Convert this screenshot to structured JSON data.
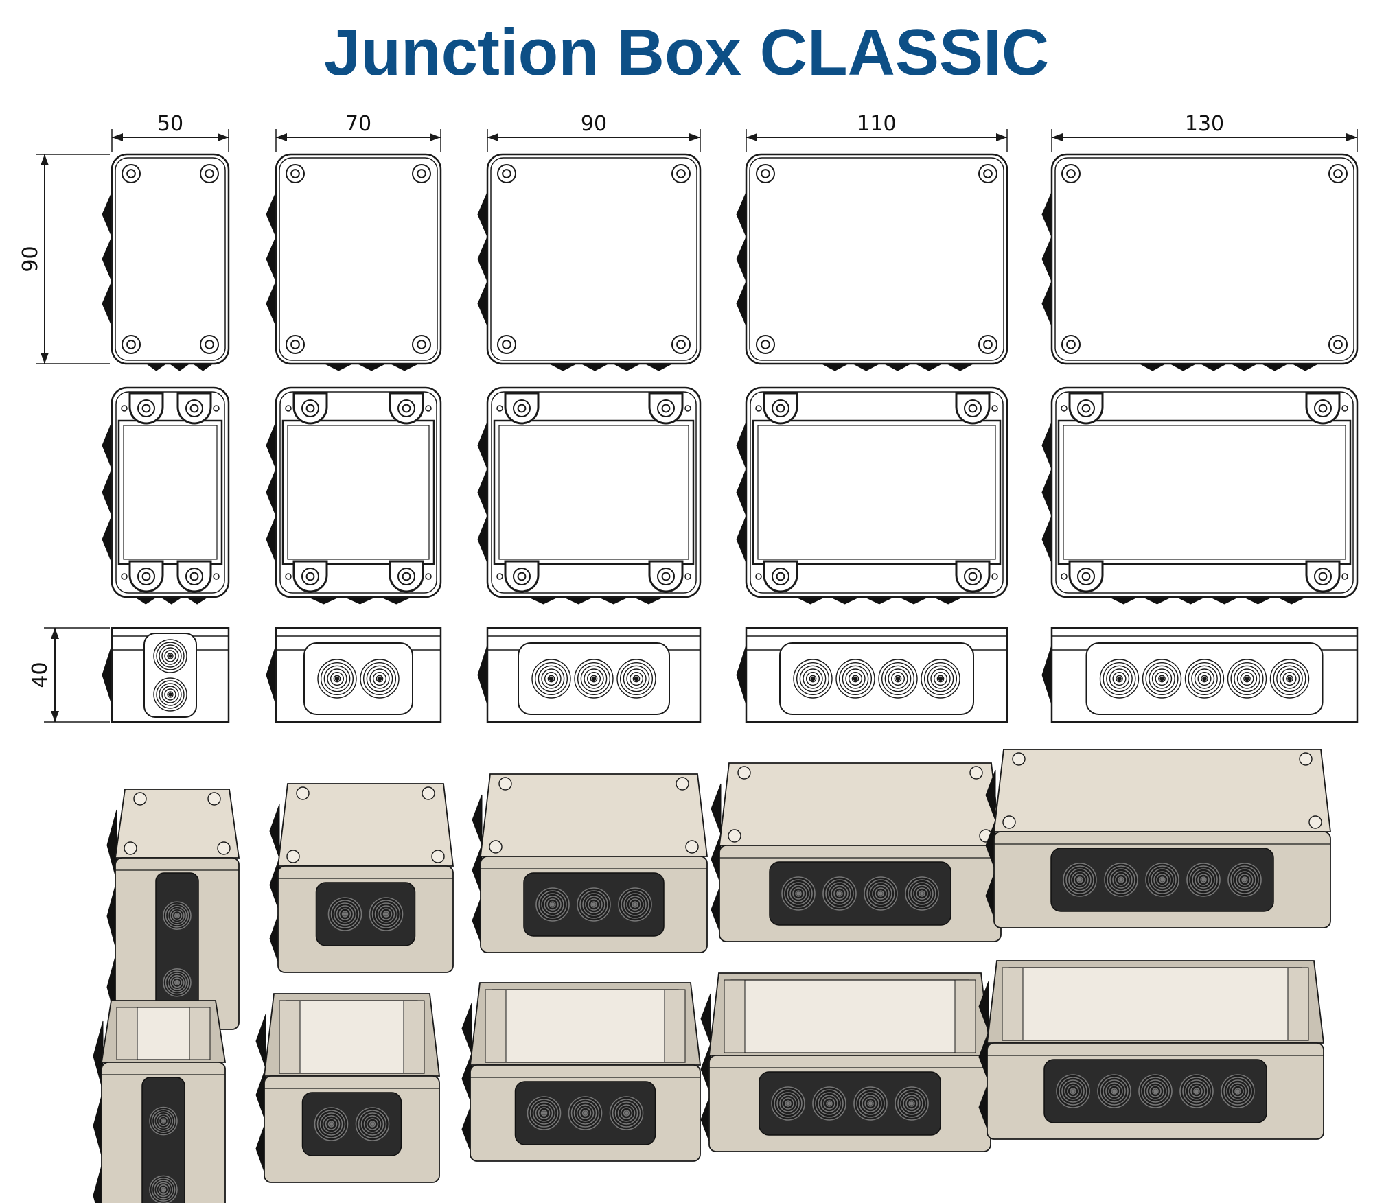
{
  "title": "Junction Box CLASSIC",
  "colors": {
    "title": "#0d4f86",
    "line": "#1a1a1a",
    "housing": "#e4ddd0",
    "housing_side": "#d6cfc1",
    "gland_plate": "#2b2b2b",
    "gland_ring": "#777777"
  },
  "dimensions": {
    "widths": [
      "50",
      "70",
      "90",
      "110",
      "130"
    ],
    "height": "90",
    "depth": "40"
  },
  "boxes": [
    {
      "width": "50",
      "glands": 2,
      "gland_layout": "vertical"
    },
    {
      "width": "70",
      "glands": 2,
      "gland_layout": "horizontal"
    },
    {
      "width": "90",
      "glands": 3,
      "gland_layout": "horizontal"
    },
    {
      "width": "110",
      "glands": 4,
      "gland_layout": "horizontal"
    },
    {
      "width": "130",
      "glands": 5,
      "gland_layout": "horizontal"
    }
  ],
  "views": [
    "lid-top-view",
    "open-top-view",
    "side-view",
    "closed-3d-render",
    "open-3d-render"
  ]
}
